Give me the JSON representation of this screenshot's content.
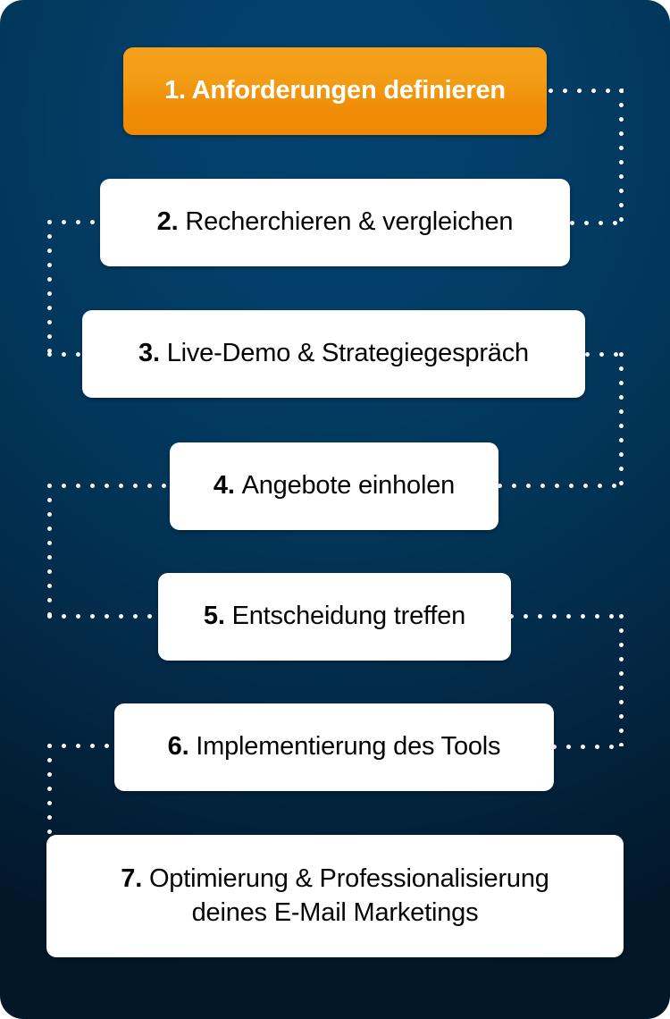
{
  "graphic": {
    "title_kind": "process-flowchart",
    "background_color_top": "#03426e",
    "background_color_bottom": "#021728",
    "connector_color": "#ffffff",
    "highlight_color": "#f39c15"
  },
  "steps": [
    {
      "number": "1.",
      "label": "Anforderungen definieren",
      "label_line2": "",
      "style": "orange"
    },
    {
      "number": "2.",
      "label": "Recherchieren & vergleichen",
      "label_line2": "",
      "style": "white"
    },
    {
      "number": "3.",
      "label": "Live-Demo & Strategiegespräch",
      "label_line2": "",
      "style": "white"
    },
    {
      "number": "4.",
      "label": "Angebote einholen",
      "label_line2": "",
      "style": "white"
    },
    {
      "number": "5.",
      "label": "Entscheidung treffen",
      "label_line2": "",
      "style": "white"
    },
    {
      "number": "6.",
      "label": "Implementierung des Tools",
      "label_line2": "",
      "style": "white"
    },
    {
      "number": "7.",
      "label": "Optimierung & Professionalisierung",
      "label_line2": "deines E-Mail Marketings",
      "style": "white"
    }
  ]
}
